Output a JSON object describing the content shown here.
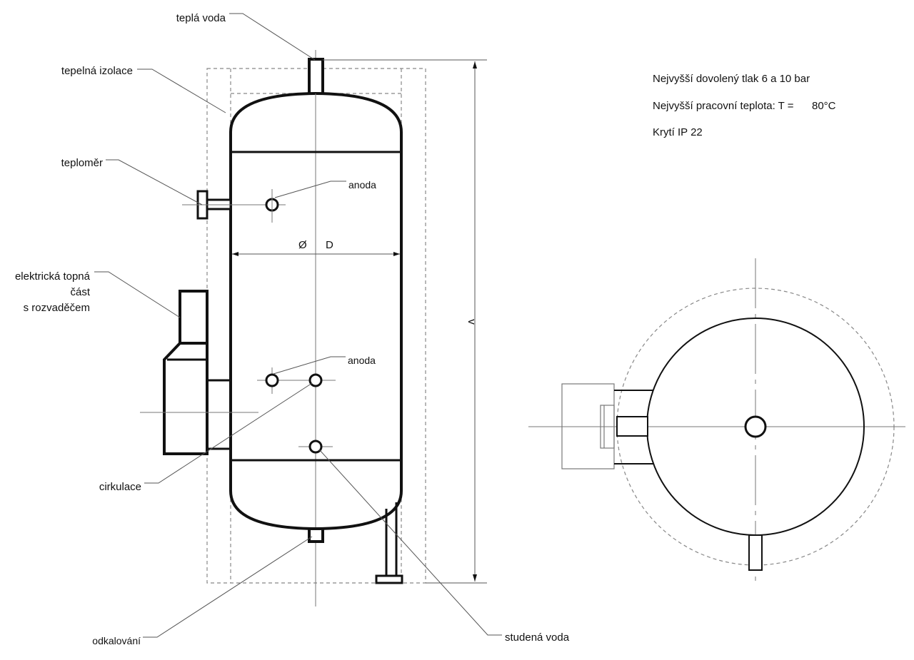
{
  "labels": {
    "hot_water": "teplá voda",
    "insulation": "tepelná izolace",
    "thermometer": "teploměr",
    "anode_top": "anoda",
    "anode_mid": "anoda",
    "heater_line1": "elektrická topná",
    "heater_line2": "část",
    "heater_line3": "s rozvaděčem",
    "circulation": "cirkulace",
    "drain": "odkalování",
    "cold_water": "studená voda",
    "diameter_symbol": "Ø",
    "diameter_letter": "D",
    "height_symbol": "v"
  },
  "specs": {
    "pressure": "Nejvyšší dovolený tlak 6 a 10 bar",
    "temperature_label": "Nejvyšší pracovní teplota: T =",
    "temperature_value": "80°C",
    "protection": "Krytí IP 22"
  }
}
